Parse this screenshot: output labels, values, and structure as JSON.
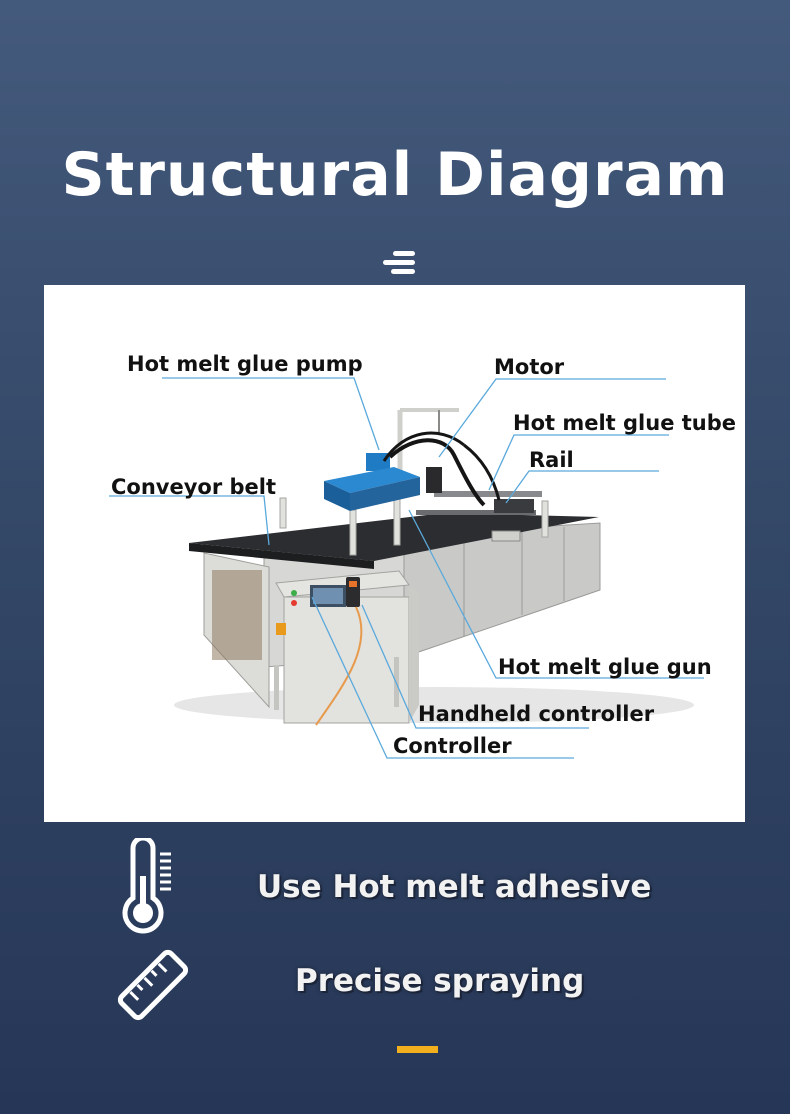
{
  "page": {
    "title": "Structural Diagram",
    "accent_color": "#f2b01e",
    "background_top": "#445a7c",
    "background_bottom": "#263656"
  },
  "diagram": {
    "labels": {
      "pump": "Hot melt glue pump",
      "motor": "Motor",
      "tube": "Hot melt glue tube",
      "rail": "Rail",
      "conveyor": "Conveyor belt",
      "gun": "Hot melt glue gun",
      "handheld": "Handheld controller",
      "controller": "Controller"
    },
    "leader_color": "#5aa9dc"
  },
  "features": [
    {
      "icon": "thermometer-icon",
      "text": "Use Hot melt adhesive"
    },
    {
      "icon": "ruler-icon",
      "text": "Precise spraying"
    }
  ]
}
